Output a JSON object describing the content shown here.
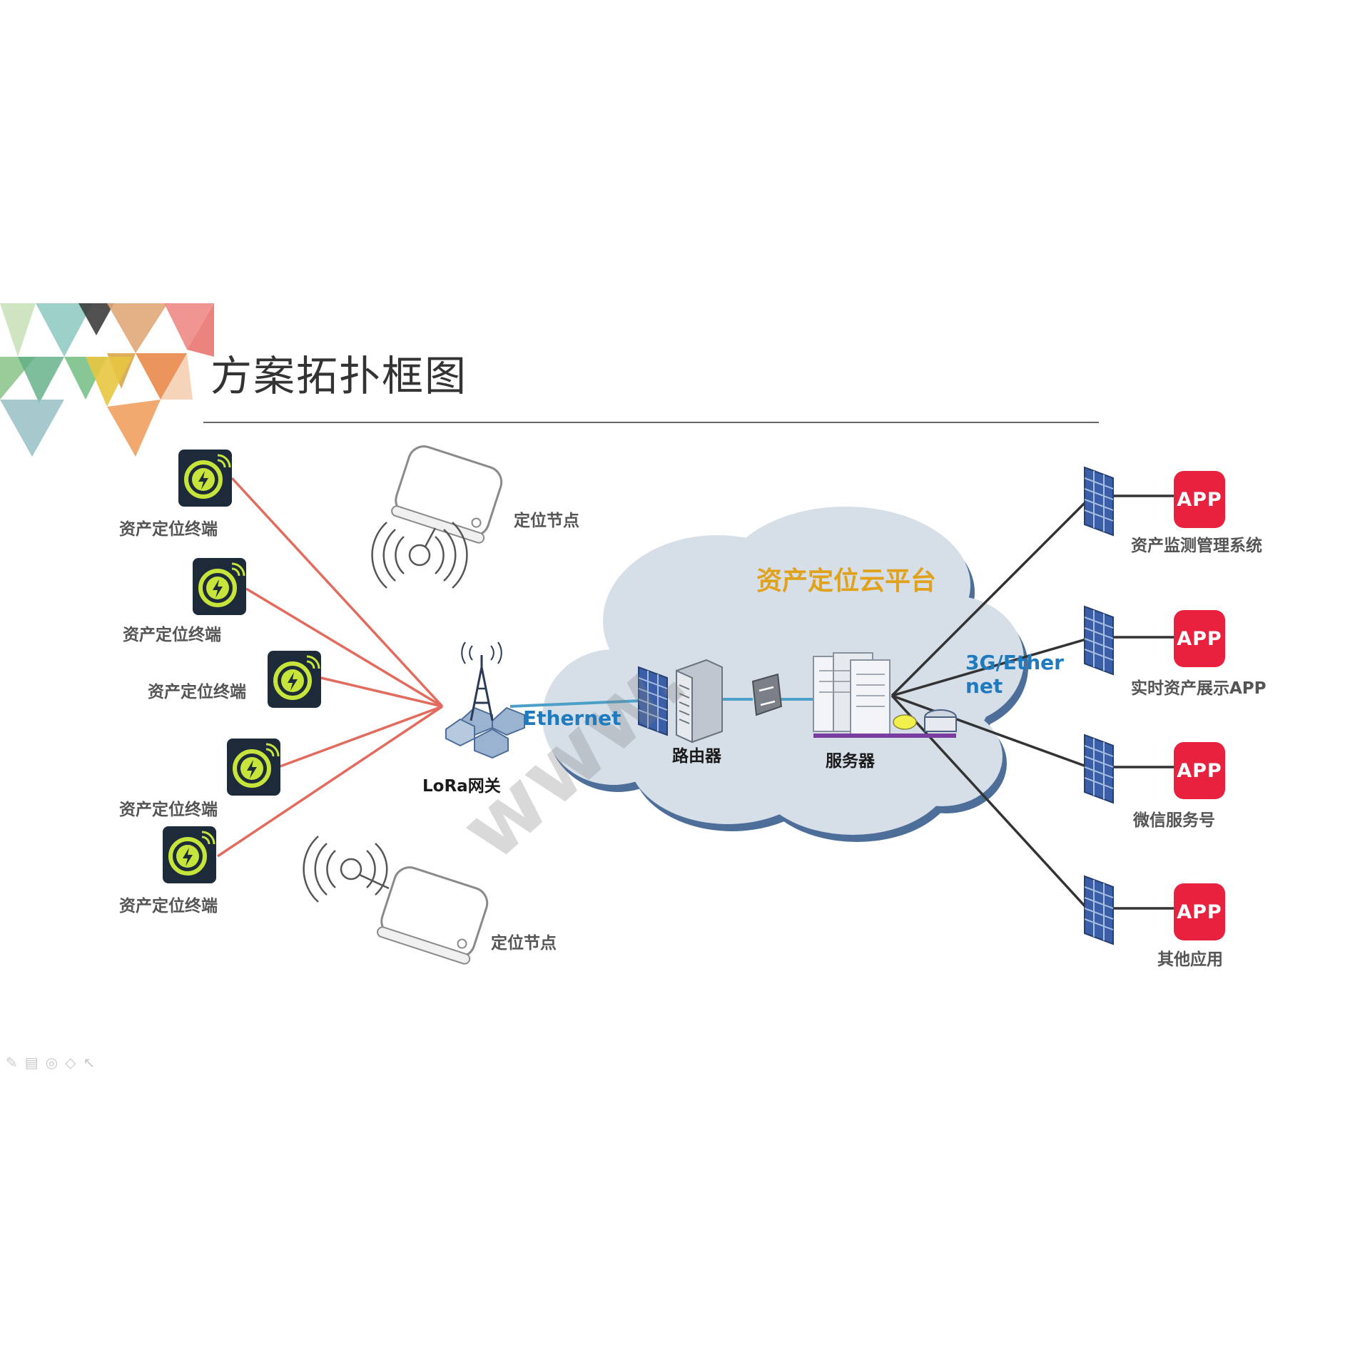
{
  "title": "方案拓扑框图",
  "cloud_label": "资产定位云平台",
  "terminals": [
    {
      "label": "资产定位终端"
    },
    {
      "label": "资产定位终端"
    },
    {
      "label": "资产定位终端"
    },
    {
      "label": "资产定位终端"
    },
    {
      "label": "资产定位终端"
    }
  ],
  "nodes": [
    {
      "label": "定位节点"
    },
    {
      "label": "定位节点"
    }
  ],
  "gateway_label": "LoRa网关",
  "ethernet_label": "Ethernet",
  "router_label": "路由器",
  "server_label": "服务器",
  "uplink_label_1": "3G/Ether",
  "uplink_label_2": "net",
  "apps": [
    {
      "badge": "APP",
      "label": "资产监测管理系统"
    },
    {
      "badge": "APP",
      "label": "实时资产展示APP"
    },
    {
      "badge": "APP",
      "label": "微信服务号"
    },
    {
      "badge": "APP",
      "label": "其他应用"
    }
  ],
  "watermark": "www.",
  "colors": {
    "terminal_line": "#e36b5e",
    "app_line": "#333333",
    "ethernet_line": "#4aa0c8",
    "app_badge": "#e8213f",
    "cloud_fill": "#d6dee8",
    "cloud_label": "#e0a21c",
    "link_label": "#1f7bbf",
    "firewall": "#3a5ea8"
  },
  "toolbar_icons": [
    "pen-icon",
    "slides-icon",
    "circle-icon",
    "eraser-icon",
    "pointer-icon"
  ]
}
